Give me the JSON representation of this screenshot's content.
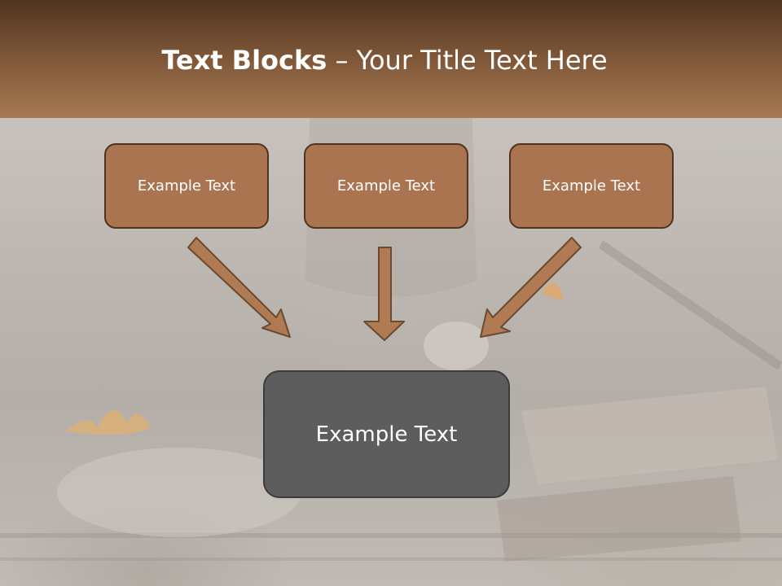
{
  "header": {
    "title_bold": "Text Blocks",
    "title_separator": " – ",
    "title_rest": "Your Title Text Here"
  },
  "blocks": [
    {
      "label": "Example Text"
    },
    {
      "label": "Example Text"
    },
    {
      "label": "Example Text"
    }
  ],
  "main_block": {
    "label": "Example Text"
  },
  "colors": {
    "header_dark": "#4f3420",
    "header_light": "#a77a52",
    "box_fill": "#a9744f",
    "box_border": "#4f3320",
    "main_fill": "#5d5d5d",
    "arrow_fill": "#b07a52"
  },
  "arrow_icons": [
    "arrow-down-right-icon",
    "arrow-down-icon",
    "arrow-down-left-icon"
  ]
}
